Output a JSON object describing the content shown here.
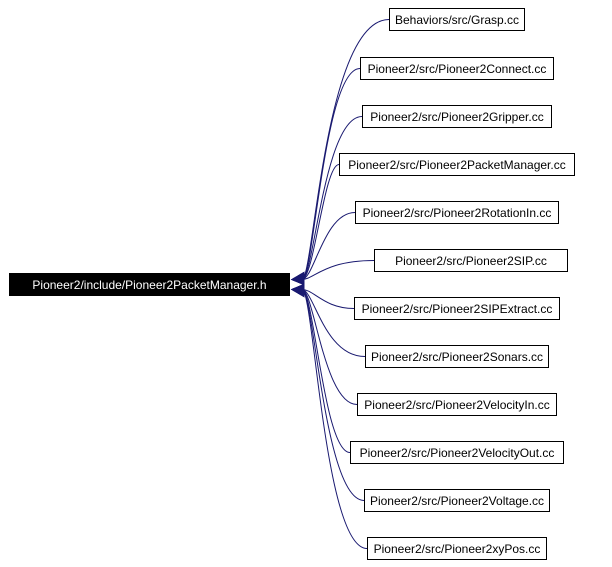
{
  "root": {
    "label": "Pioneer2/include/Pioneer2PacketManager.h",
    "fill": "#000000",
    "text_color": "#ffffff"
  },
  "edge_color": "#191970",
  "nodes": [
    {
      "label": "Behaviors/src/Grasp.cc"
    },
    {
      "label": "Pioneer2/src/Pioneer2Connect.cc"
    },
    {
      "label": "Pioneer2/src/Pioneer2Gripper.cc"
    },
    {
      "label": "Pioneer2/src/Pioneer2PacketManager.cc"
    },
    {
      "label": "Pioneer2/src/Pioneer2RotationIn.cc"
    },
    {
      "label": "Pioneer2/src/Pioneer2SIP.cc"
    },
    {
      "label": "Pioneer2/src/Pioneer2SIPExtract.cc"
    },
    {
      "label": "Pioneer2/src/Pioneer2Sonars.cc"
    },
    {
      "label": "Pioneer2/src/Pioneer2VelocityIn.cc"
    },
    {
      "label": "Pioneer2/src/Pioneer2VelocityOut.cc"
    },
    {
      "label": "Pioneer2/src/Pioneer2Voltage.cc"
    },
    {
      "label": "Pioneer2/src/Pioneer2xyPos.cc"
    }
  ]
}
